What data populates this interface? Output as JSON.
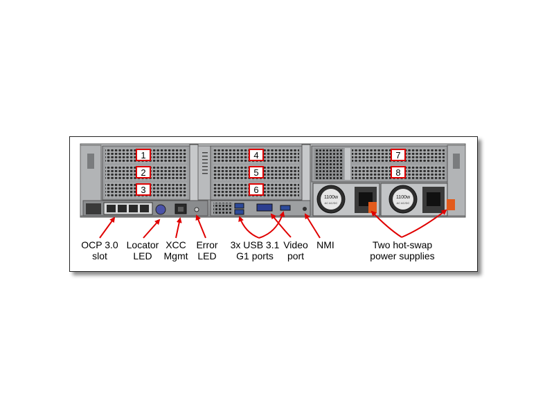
{
  "slots": {
    "s1": "1",
    "s2": "2",
    "s3": "3",
    "s4": "4",
    "s5": "5",
    "s6": "6",
    "s7": "7",
    "s8": "8"
  },
  "psu_text": {
    "left_watt": "1100w",
    "left_sub": "AC AC/DC",
    "right_watt": "1100w",
    "right_sub": "AC AC/DC"
  },
  "callouts": {
    "ocp": {
      "line1": "OCP 3.0",
      "line2": "slot"
    },
    "locator": {
      "line1": "Locator",
      "line2": "LED"
    },
    "xcc": {
      "line1": "XCC",
      "line2": "Mgmt"
    },
    "error": {
      "line1": "Error",
      "line2": "LED"
    },
    "usb": {
      "line1": "3x USB 3.1",
      "line2": "G1 ports"
    },
    "video": {
      "line1": "Video",
      "line2": "port"
    },
    "nmi": {
      "line1": "NMI"
    },
    "psu": {
      "line1": "Two hot-swap",
      "line2": "power supplies"
    }
  },
  "colors": {
    "callout_red": "#e00000",
    "chassis": "#a9abad",
    "chassis_dark": "#6e7072",
    "label_box": "#ffffff"
  }
}
